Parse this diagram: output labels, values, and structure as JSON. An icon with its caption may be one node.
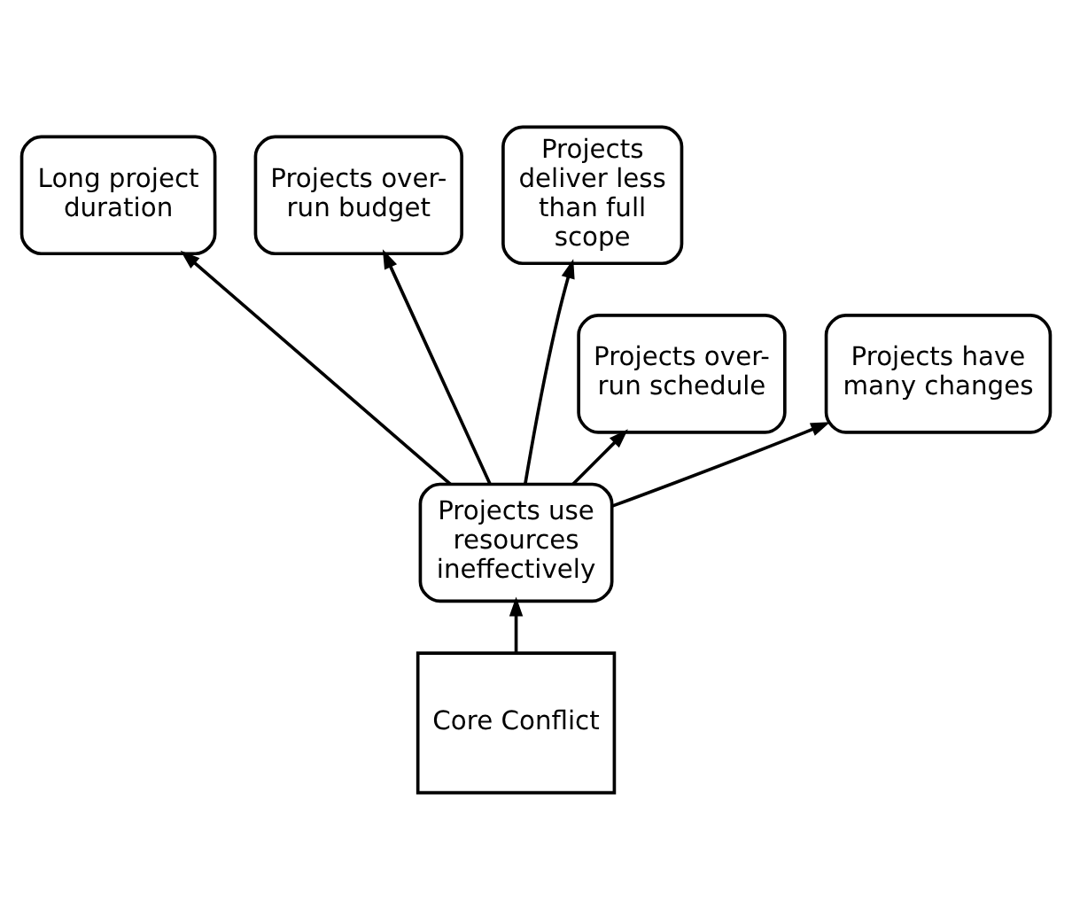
{
  "diagram": {
    "nodes": [
      {
        "text": [
          "Long project duration"
        ]
      },
      {
        "text": [
          "Projects over-run budget"
        ]
      },
      {
        "text": [
          "Projects deliver less than full scope"
        ]
      },
      {
        "text": [
          "Projects over-run schedule"
        ]
      },
      {
        "text": [
          "Projects have many changes"
        ]
      },
      {
        "text": [
          "Projects use resources ineffectively"
        ]
      },
      {
        "text": [
          "Core Conflict"
        ]
      }
    ],
    "edges": [
      {
        "from": 6,
        "to": 5,
        "arrow": "to"
      },
      {
        "from": 5,
        "to": 3,
        "arrow": "to"
      },
      {
        "from": 5,
        "to": 0,
        "arrow": "to"
      },
      {
        "from": 5,
        "to": 1,
        "arrow": "to"
      },
      {
        "from": 5,
        "to": 2,
        "arrow": "to"
      },
      {
        "from": 5,
        "to": 4,
        "arrow": "to"
      }
    ]
  }
}
